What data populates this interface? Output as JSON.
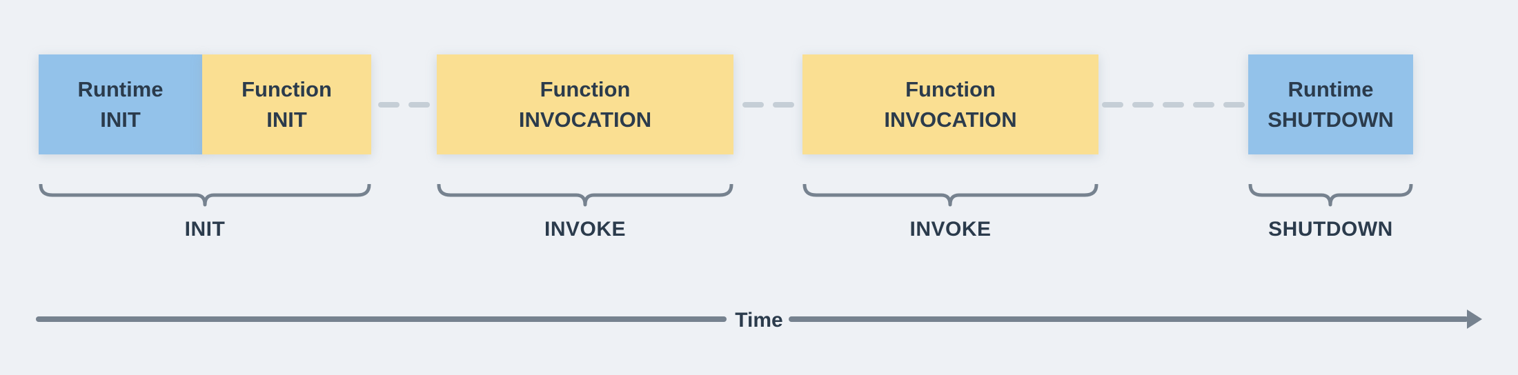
{
  "colors": {
    "background": "#eef1f5",
    "runtime-blue": "#93c2ea",
    "function-yellow": "#fadf92",
    "text-navy": "#2b3b4c",
    "slate": "#76828f",
    "dash-gray": "#c5ced6"
  },
  "boxes": [
    {
      "line1": "Runtime",
      "line2": "INIT",
      "type": "runtime"
    },
    {
      "line1": "Function",
      "line2": "INIT",
      "type": "function"
    },
    {
      "line1": "Function",
      "line2": "INVOCATION",
      "type": "function"
    },
    {
      "line1": "Function",
      "line2": "INVOCATION",
      "type": "function"
    },
    {
      "line1": "Runtime",
      "line2": "SHUTDOWN",
      "type": "runtime"
    }
  ],
  "phase_labels": [
    {
      "label": "INIT"
    },
    {
      "label": "INVOKE"
    },
    {
      "label": "INVOKE"
    },
    {
      "label": "SHUTDOWN"
    }
  ],
  "timeline": {
    "label": "Time"
  }
}
